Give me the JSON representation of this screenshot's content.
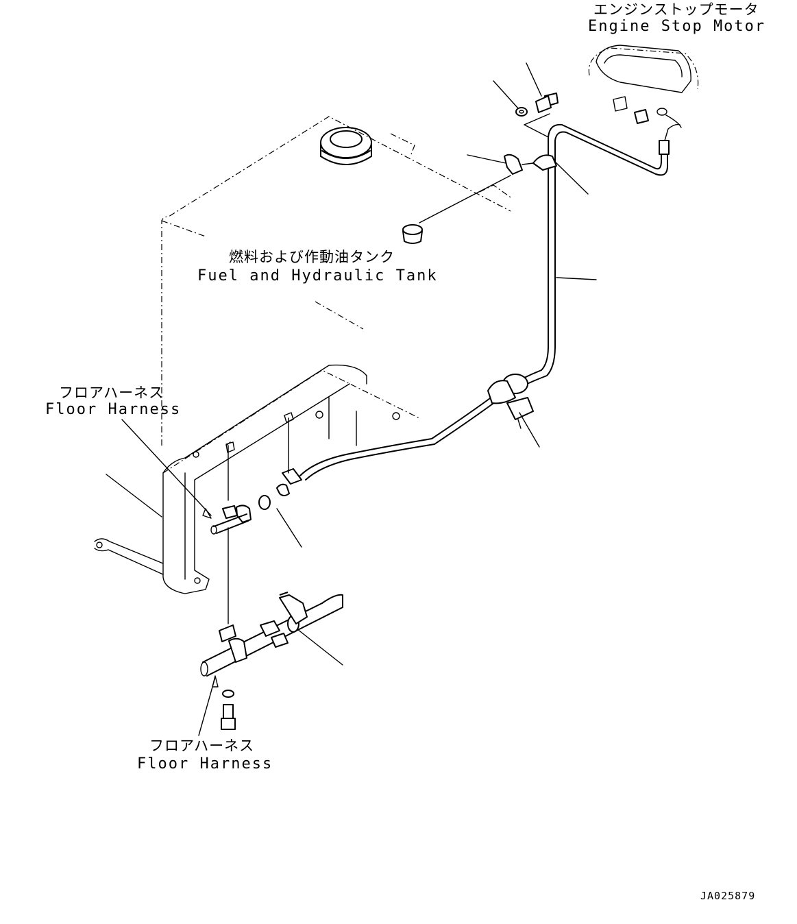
{
  "labels": {
    "engine_stop_motor_jp": "エンジンストップモータ",
    "engine_stop_motor_en": "Engine Stop Motor",
    "fuel_tank_jp": "燃料および作動油タンク",
    "fuel_tank_en": "Fuel and Hydraulic Tank",
    "floor_harness_upper_jp": "フロアハーネス",
    "floor_harness_upper_en": "Floor Harness",
    "floor_harness_lower_jp": "フロアハーネス",
    "floor_harness_lower_en": "Floor Harness",
    "drawing_code": "JA025879"
  }
}
